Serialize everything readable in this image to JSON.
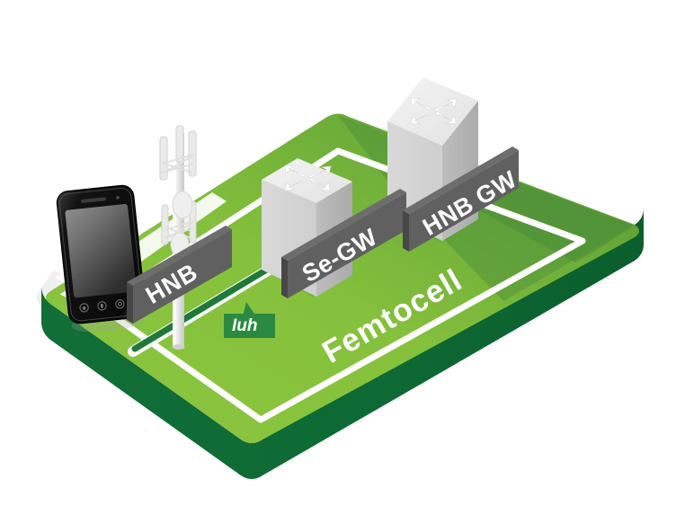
{
  "diagram": {
    "title": "Femtocell network architecture isometric diagram",
    "platform_label": "Femtocell",
    "background_color": "#ffffff",
    "colors": {
      "platform_top_light": "#8CC63E",
      "platform_top_mid": "#6FB038",
      "platform_top_dark": "#55963A",
      "platform_edge": "#0F7038",
      "platform_border_line": "#ffffff",
      "link_stripe": "#1f7a3a",
      "sign_face": "#606060",
      "sign_edge": "#4a4a4a",
      "sign_text": "#ffffff",
      "callout_bg": "#2a8a41",
      "device_body": "#dcdcdc",
      "device_top": "#f2f2f2",
      "device_side": "#b9b9b9",
      "tower_color": "#e3e3e3",
      "phone_body": "#111111"
    }
  },
  "nodes": [
    {
      "id": "handset",
      "name": "smartphone",
      "icon": "smartphone-icon",
      "label": "",
      "buttons": [
        "home",
        "back",
        "menu",
        "search"
      ]
    },
    {
      "id": "hnb",
      "name": "home-node-b-tower",
      "icon": "cell-tower-icon",
      "label": "HNB"
    },
    {
      "id": "segw",
      "name": "security-gateway",
      "icon": "router-icon",
      "label": "Se-GW"
    },
    {
      "id": "hnbgw",
      "name": "home-node-b-gateway",
      "icon": "router-icon",
      "label": "HNB GW"
    }
  ],
  "links": [
    {
      "id": "iuh",
      "name": "iuh-interface",
      "label": "Iuh",
      "from": "hnb",
      "to": "segw",
      "style": "italic"
    },
    {
      "id": "segw-hnbgw",
      "name": "segw-to-hnbgw-link",
      "label": "",
      "from": "segw",
      "to": "hnbgw",
      "style": "plain"
    }
  ],
  "labels": {
    "hnb": "HNB",
    "segw": "Se-GW",
    "hnbgw": "HNB GW",
    "iuh": "Iuh",
    "femtocell": "Femtocell"
  }
}
